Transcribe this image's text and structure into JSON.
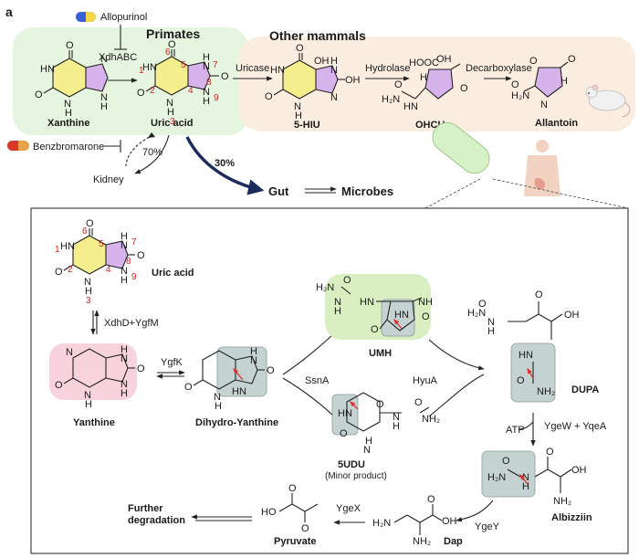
{
  "panel_label": "a",
  "top": {
    "drug_inhibitor_1": "Allopurinol",
    "enzyme_1": "XdhABC",
    "section_primates": "Primates",
    "section_other_mammals": "Other mammals",
    "enzyme_uricase": "Uricase",
    "enzyme_hydrolase": "Hydrolase",
    "enzyme_decarboxylase": "Decarboxylase",
    "compounds": {
      "xanthine": "Xanthine",
      "uric_acid": "Uric acid",
      "hiu": "5-HIU",
      "ohcu": "OHCU",
      "allantoin": "Allantoin"
    },
    "drug_inhibitor_2": "Benzbromarone",
    "kidney": "Kidney",
    "percent_kidney": "70%",
    "percent_gut": "30%",
    "gut": "Gut",
    "microbes": "Microbes"
  },
  "bottom": {
    "compounds": {
      "uric_acid": "Uric acid",
      "yanthine": "Yanthine",
      "dihydro_yanthine": "Dihydro-Yanthine",
      "umh": "UMH",
      "fivududu": "5UDU",
      "minor_product": "(Minor product)",
      "dupa": "DUPA",
      "albizziin": "Albizziin",
      "dap": "Dap",
      "pyruvate": "Pyruvate",
      "further_1": "Further",
      "further_2": "degradation"
    },
    "enzymes": {
      "xdhd_ygfm": "XdhD+YgfM",
      "ygfk": "YgfK",
      "ssna": "SsnA",
      "hyua": "HyuA",
      "atp": "ATP",
      "ygew_yqea": "YgeW + YqeA",
      "ygey": "YgeY",
      "ygex": "YgeX"
    }
  },
  "colors": {
    "primates_bg": "#e6f5df",
    "mammals_bg": "#fbeee0",
    "yellow_ring": "#f4ee8c",
    "purple_ring": "#d7b3ec",
    "yanthine_bg": "#f8d2dd",
    "umh_bg": "#d9efc1",
    "grey_box": "#c5d2d2",
    "red_arrow": "#e0302a",
    "gut_arrow": "#1b2b5c"
  }
}
